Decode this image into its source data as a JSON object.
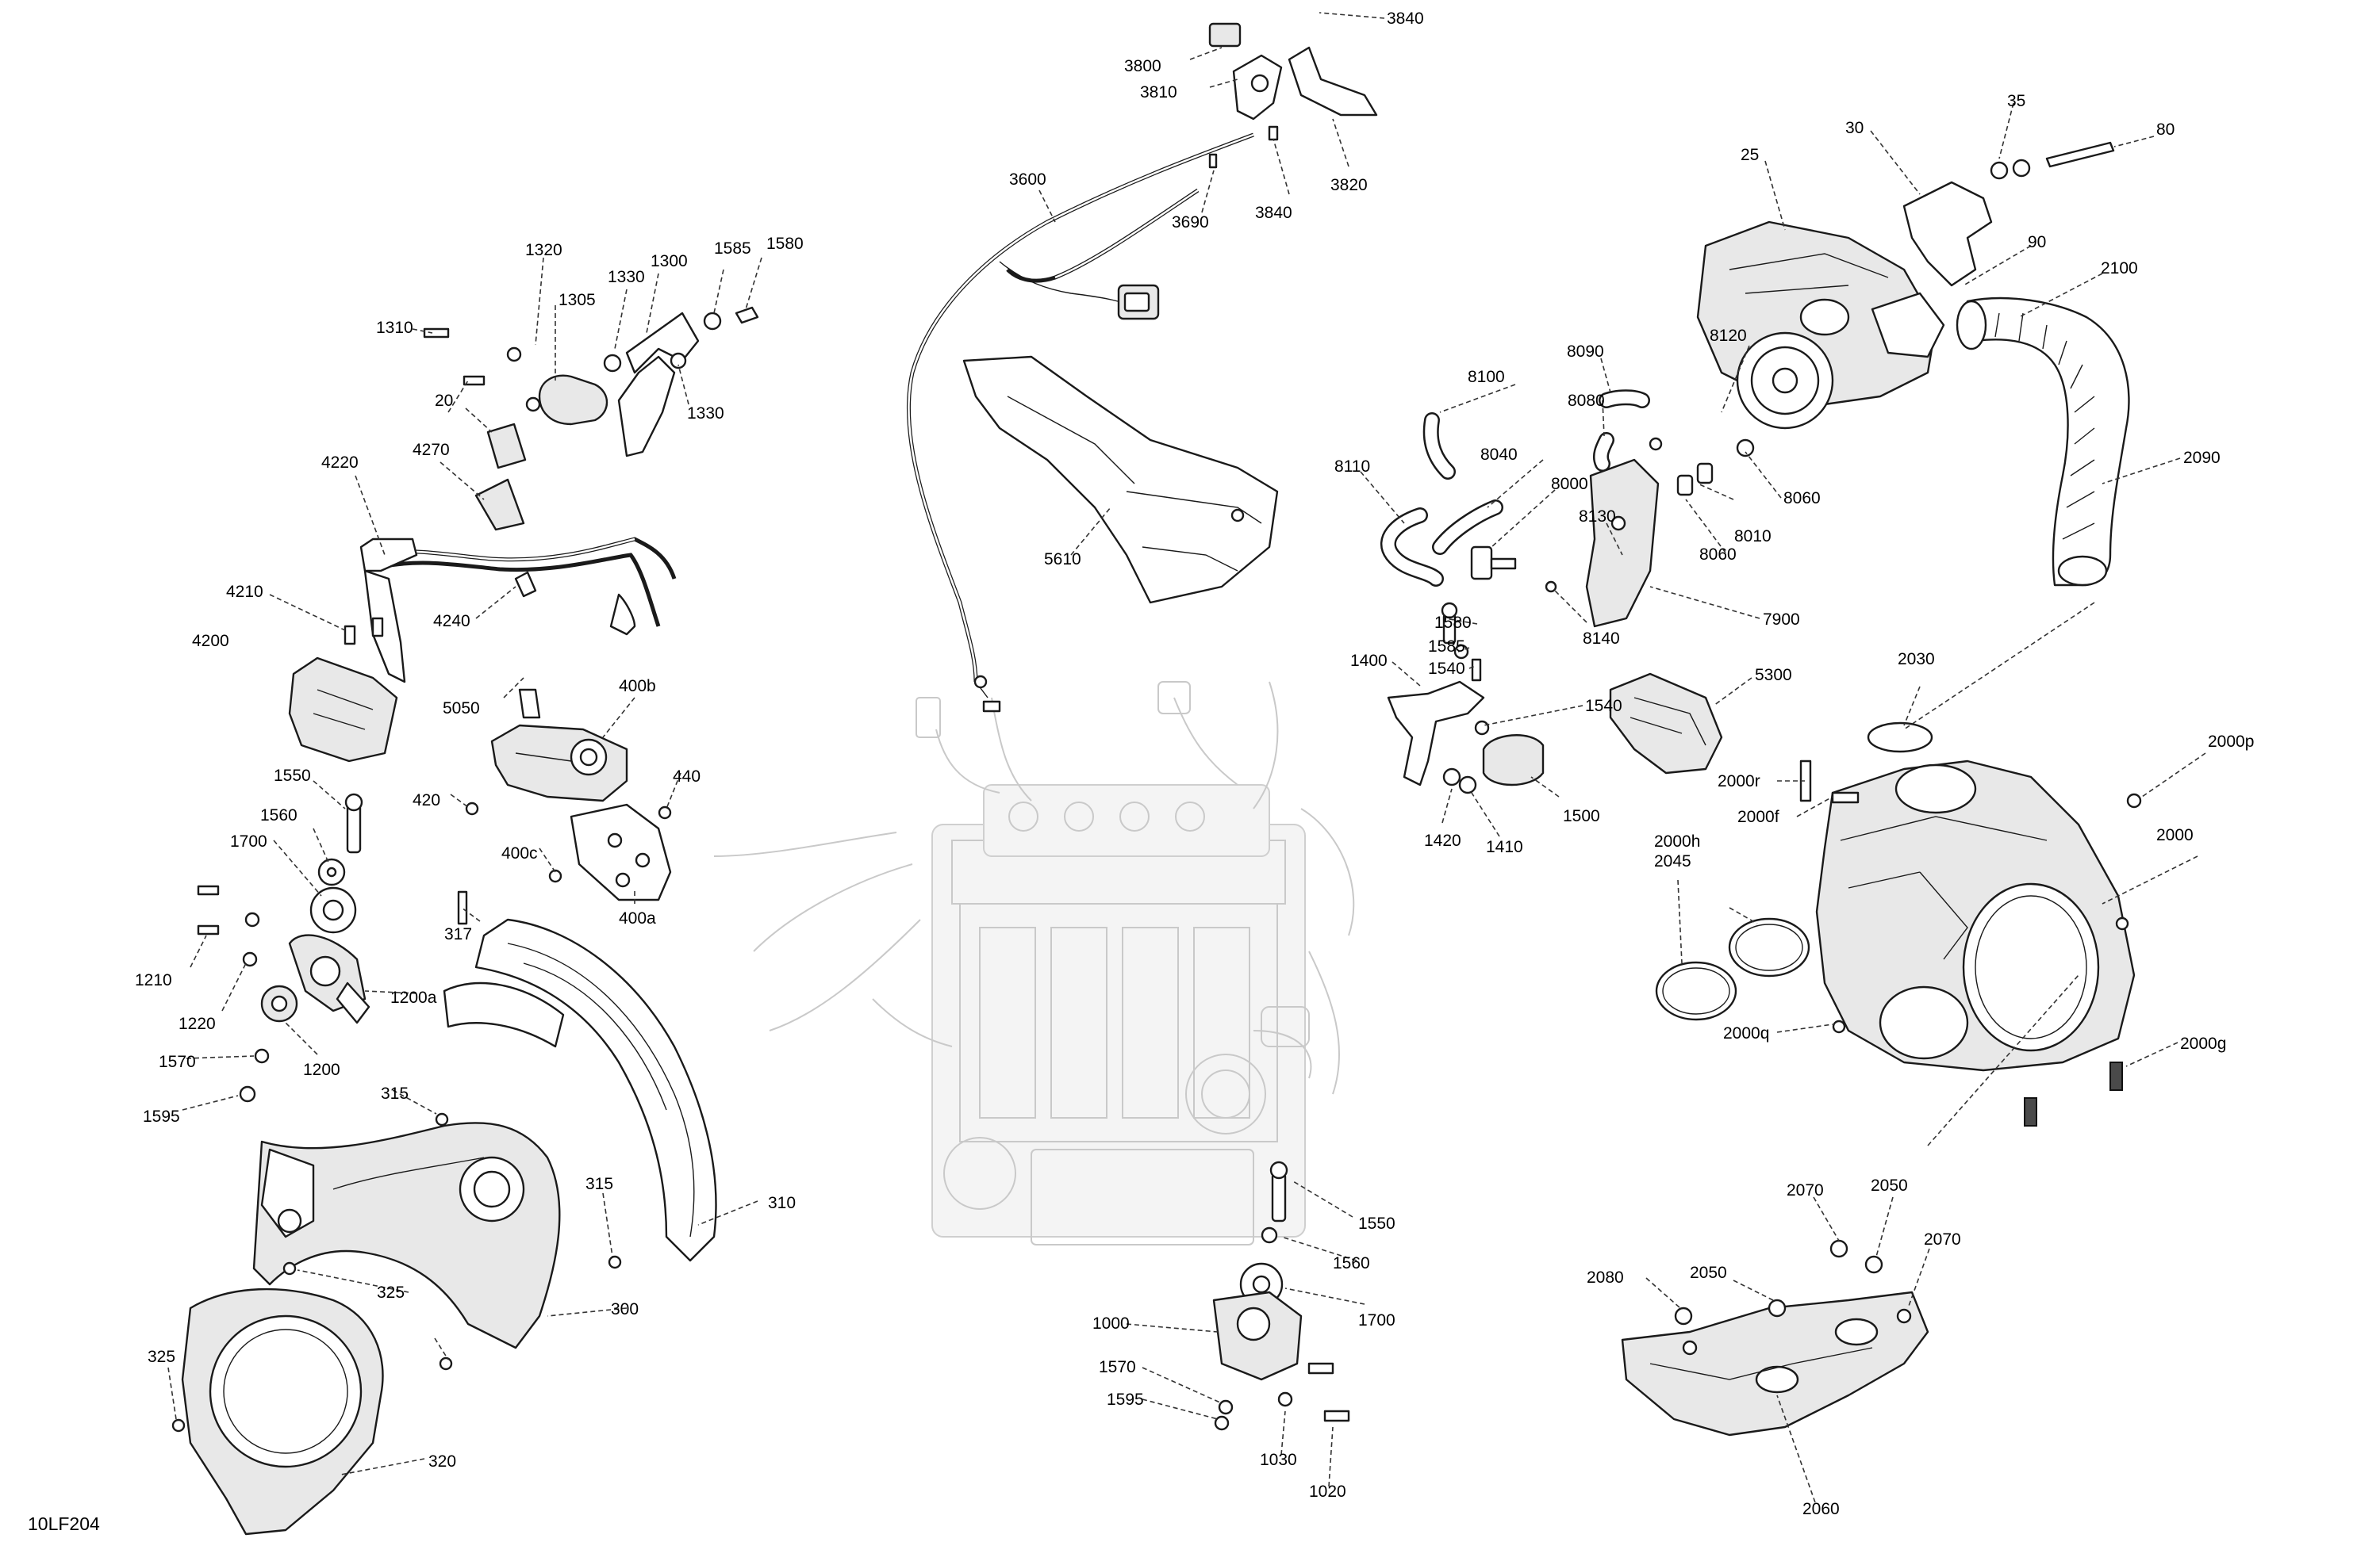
{
  "diagram": {
    "figure_code": "10LF204",
    "callouts": [
      {
        "id": "c3840a",
        "label": "3840"
      },
      {
        "id": "c3800",
        "label": "3800"
      },
      {
        "id": "c3810",
        "label": "3810"
      },
      {
        "id": "c3820",
        "label": "3820"
      },
      {
        "id": "c3840b",
        "label": "3840"
      },
      {
        "id": "c3690",
        "label": "3690"
      },
      {
        "id": "c3600",
        "label": "3600"
      },
      {
        "id": "c5610",
        "label": "5610"
      },
      {
        "id": "c1320",
        "label": "1320"
      },
      {
        "id": "c1330a",
        "label": "1330"
      },
      {
        "id": "c1300",
        "label": "1300"
      },
      {
        "id": "c1585a",
        "label": "1585"
      },
      {
        "id": "c1580a",
        "label": "1580"
      },
      {
        "id": "c1310",
        "label": "1310"
      },
      {
        "id": "c1305",
        "label": "1305"
      },
      {
        "id": "c1330b",
        "label": "1330"
      },
      {
        "id": "c20",
        "label": "20"
      },
      {
        "id": "c4220",
        "label": "4220"
      },
      {
        "id": "c4270",
        "label": "4270"
      },
      {
        "id": "c4210",
        "label": "4210"
      },
      {
        "id": "c4200",
        "label": "4200"
      },
      {
        "id": "c4240",
        "label": "4240"
      },
      {
        "id": "c5050",
        "label": "5050"
      },
      {
        "id": "c400b",
        "label": "400b"
      },
      {
        "id": "c440",
        "label": "440"
      },
      {
        "id": "c420",
        "label": "420"
      },
      {
        "id": "c400c",
        "label": "400c"
      },
      {
        "id": "c400a",
        "label": "400a"
      },
      {
        "id": "c1550a",
        "label": "1550"
      },
      {
        "id": "c1560a",
        "label": "1560"
      },
      {
        "id": "c1700a",
        "label": "1700"
      },
      {
        "id": "c317",
        "label": "317"
      },
      {
        "id": "c1210",
        "label": "1210"
      },
      {
        "id": "c1200a",
        "label": "1200a"
      },
      {
        "id": "c1220",
        "label": "1220"
      },
      {
        "id": "c1570a",
        "label": "1570"
      },
      {
        "id": "c1200",
        "label": "1200"
      },
      {
        "id": "c1595a",
        "label": "1595"
      },
      {
        "id": "c315a",
        "label": "315"
      },
      {
        "id": "c315b",
        "label": "315"
      },
      {
        "id": "c310",
        "label": "310"
      },
      {
        "id": "c325a",
        "label": "325"
      },
      {
        "id": "c300",
        "label": "300"
      },
      {
        "id": "c325b",
        "label": "325"
      },
      {
        "id": "c320",
        "label": "320"
      },
      {
        "id": "c35",
        "label": "35"
      },
      {
        "id": "c30",
        "label": "30"
      },
      {
        "id": "c80",
        "label": "80"
      },
      {
        "id": "c25",
        "label": "25"
      },
      {
        "id": "c90",
        "label": "90"
      },
      {
        "id": "c2100",
        "label": "2100"
      },
      {
        "id": "c8120",
        "label": "8120"
      },
      {
        "id": "c8090",
        "label": "8090"
      },
      {
        "id": "c8100",
        "label": "8100"
      },
      {
        "id": "c8080",
        "label": "8080"
      },
      {
        "id": "c8040",
        "label": "8040"
      },
      {
        "id": "c8000",
        "label": "8000"
      },
      {
        "id": "c8110",
        "label": "8110"
      },
      {
        "id": "c8130",
        "label": "8130"
      },
      {
        "id": "c8060a",
        "label": "8060"
      },
      {
        "id": "c8010",
        "label": "8010"
      },
      {
        "id": "c8060b",
        "label": "8060"
      },
      {
        "id": "c2090",
        "label": "2090"
      },
      {
        "id": "c8140",
        "label": "8140"
      },
      {
        "id": "c7900",
        "label": "7900"
      },
      {
        "id": "c1580b",
        "label": "1580"
      },
      {
        "id": "c1585b",
        "label": "1585"
      },
      {
        "id": "c1540a",
        "label": "1540"
      },
      {
        "id": "c1400",
        "label": "1400"
      },
      {
        "id": "c1540b",
        "label": "1540"
      },
      {
        "id": "c5300",
        "label": "5300"
      },
      {
        "id": "c2030",
        "label": "2030"
      },
      {
        "id": "c1500",
        "label": "1500"
      },
      {
        "id": "c1420",
        "label": "1420"
      },
      {
        "id": "c1410",
        "label": "1410"
      },
      {
        "id": "c2000p",
        "label": "2000p"
      },
      {
        "id": "c2000r",
        "label": "2000r"
      },
      {
        "id": "c2000f",
        "label": "2000f"
      },
      {
        "id": "c2000",
        "label": "2000"
      },
      {
        "id": "c2000h",
        "label": "2000h"
      },
      {
        "id": "c2045",
        "label": "2045"
      },
      {
        "id": "c2000q",
        "label": "2000q"
      },
      {
        "id": "c2000g",
        "label": "2000g"
      },
      {
        "id": "c1550b",
        "label": "1550"
      },
      {
        "id": "c1560b",
        "label": "1560"
      },
      {
        "id": "c1700b",
        "label": "1700"
      },
      {
        "id": "c1000",
        "label": "1000"
      },
      {
        "id": "c1570b",
        "label": "1570"
      },
      {
        "id": "c1595b",
        "label": "1595"
      },
      {
        "id": "c1030",
        "label": "1030"
      },
      {
        "id": "c1020",
        "label": "1020"
      },
      {
        "id": "c2070a",
        "label": "2070"
      },
      {
        "id": "c2050a",
        "label": "2050"
      },
      {
        "id": "c2070b",
        "label": "2070"
      },
      {
        "id": "c2080",
        "label": "2080"
      },
      {
        "id": "c2050b",
        "label": "2050"
      },
      {
        "id": "c2060",
        "label": "2060"
      }
    ]
  }
}
